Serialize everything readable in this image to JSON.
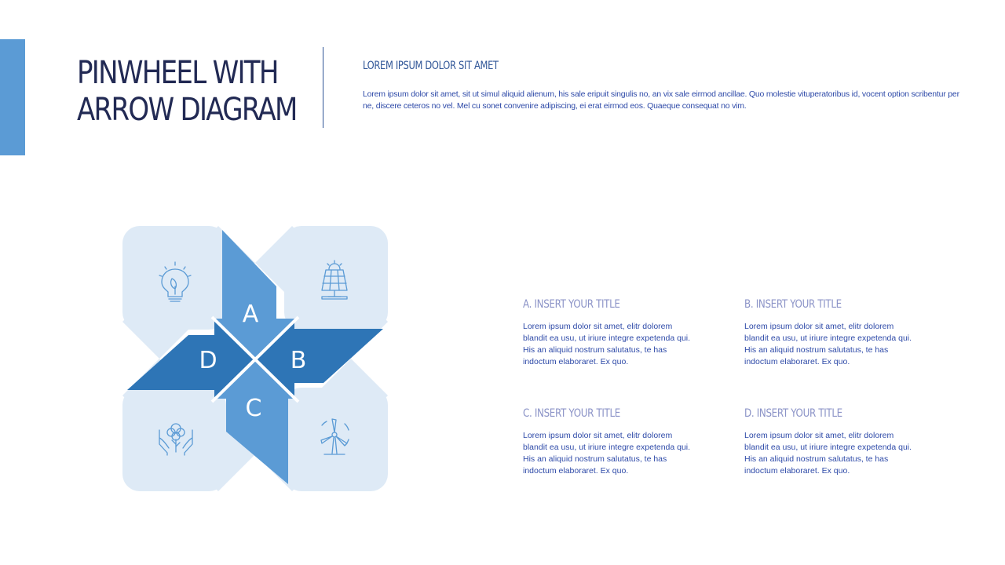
{
  "header": {
    "title_line1": "PINWHEEL WITH",
    "title_line2": "ARROW DIAGRAM",
    "subtitle": "LOREM IPSUM DOLOR SIT AMET",
    "intro": "Lorem ipsum dolor sit amet, sit ut simul aliquid alienum, his sale eripuit singulis no, an vix sale eirmod ancillae. Quo molestie vituperatoribus id, vocent option scribentur per ne, discere ceteros no vel. Mel cu sonet convenire adipiscing, ei erat eirmod eos. Quaeque consequat no vim."
  },
  "diagram": {
    "segments": [
      {
        "letter": "A",
        "icon": "lightbulb-leaf-icon"
      },
      {
        "letter": "B",
        "icon": "solar-panel-icon"
      },
      {
        "letter": "C",
        "icon": "wind-turbine-icon"
      },
      {
        "letter": "D",
        "icon": "hands-tree-icon"
      }
    ],
    "colors": {
      "light": "#deeaf6",
      "medium": "#5b9bd5",
      "dark": "#2e75b6",
      "icon": "#5b9bd5",
      "accent": "#5b9bd5"
    }
  },
  "items": [
    {
      "title": "A. INSERT YOUR TITLE",
      "text": "Lorem ipsum dolor sit amet, elitr dolorem blandit ea usu, ut iriure integre expetenda qui. His an aliquid nostrum salutatus, te has indoctum elaboraret. Ex quo."
    },
    {
      "title": "B. INSERT YOUR TITLE",
      "text": "Lorem ipsum dolor sit amet, elitr dolorem blandit ea usu, ut iriure integre expetenda qui. His an aliquid nostrum salutatus, te has indoctum elaboraret. Ex quo."
    },
    {
      "title": "C. INSERT YOUR TITLE",
      "text": "Lorem ipsum dolor sit amet, elitr dolorem blandit ea usu, ut iriure integre expetenda qui. His an aliquid nostrum salutatus, te has indoctum elaboraret. Ex quo."
    },
    {
      "title": "D. INSERT YOUR TITLE",
      "text": "Lorem ipsum dolor sit amet, elitr dolorem blandit ea usu, ut iriure integre expetenda qui. His an aliquid nostrum salutatus, te has indoctum elaboraret. Ex quo."
    }
  ]
}
